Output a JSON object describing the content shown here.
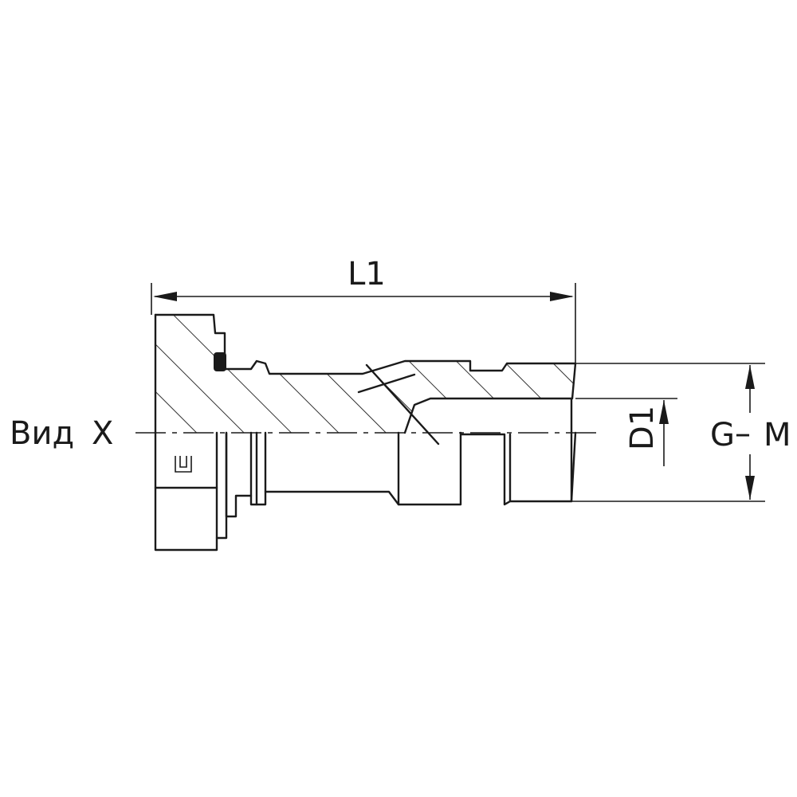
{
  "labels": {
    "view": "Вид",
    "view_letter": "X",
    "length": "L1",
    "inner_diameter": "D1",
    "thread": "G",
    "thread_sep": "–",
    "thread_alt": "M"
  },
  "colors": {
    "line": "#1a1a1a",
    "background": "#ffffff"
  }
}
